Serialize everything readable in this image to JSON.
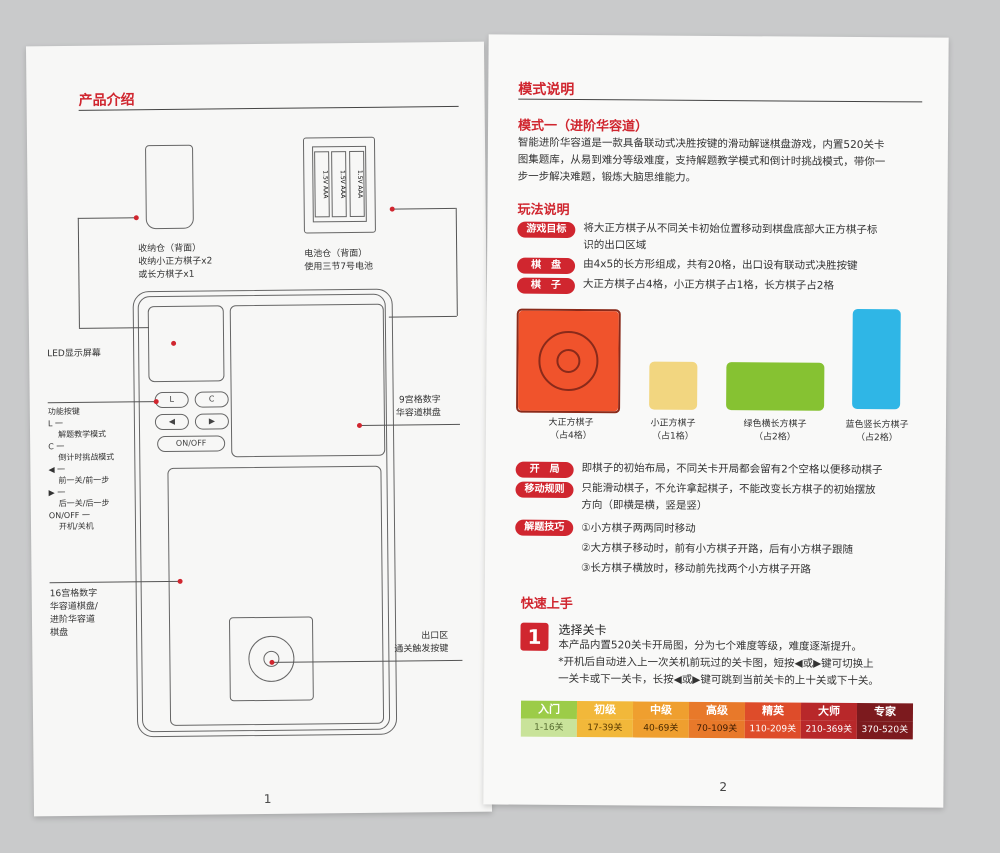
{
  "left_page": {
    "title": "产品介绍",
    "storage_caption": [
      "收纳仓（背面）",
      "收纳小正方棋子x2",
      "或长方棋子x1"
    ],
    "battery_caption": [
      "电池仓（背面）",
      "使用三节7号电池"
    ],
    "battery_label": "1.5V AAA",
    "led_label": "LED显示屏幕",
    "grid9_label": [
      "9宫格数字",
      "华容道棋盘"
    ],
    "function_keys": [
      "功能按键",
      "L 一",
      "解题教学模式",
      "C 一",
      "倒计时挑战模式",
      "◀ 一",
      "前一关/前一步",
      "▶ 一",
      "后一关/后一步",
      "ON/OFF 一",
      "开机/关机"
    ],
    "grid16_label": [
      "16宫格数字",
      "华容道棋盘/",
      "进阶华容道",
      "棋盘"
    ],
    "exit_label": [
      "出口区",
      "通关触发按键"
    ],
    "buttons": {
      "l": "L",
      "c": "C",
      "left": "◀",
      "right": "▶",
      "onoff": "ON/OFF"
    },
    "page_number": "1"
  },
  "right_page": {
    "title": "模式说明",
    "mode1_title": "模式一（进阶华容道）",
    "mode1_desc": [
      "智能进阶华容道是一款具备联动式决胜按键的滑动解谜棋盘游戏，内置520关卡",
      "图集题库，从易到难分等级难度，支持解题教学模式和倒计时挑战模式，带你一",
      "步一步解决难题，锻炼大脑思维能力。"
    ],
    "rules_title": "玩法说明",
    "rules": [
      {
        "tag": "游戏目标",
        "lines": [
          "将大正方棋子从不同关卡初始位置移动到棋盘底部大正方棋子标",
          "识的出口区域"
        ]
      },
      {
        "tag": "棋　盘",
        "lines": [
          "由4x5的长方形组成，共有20格，出口设有联动式决胜按键"
        ]
      },
      {
        "tag": "棋　子",
        "lines": [
          "大正方棋子占4格，小正方棋子占1格，长方棋子占2格"
        ]
      }
    ],
    "pieces": [
      {
        "name": "大正方棋子",
        "cells": "（占4格）",
        "color": "#f0532c"
      },
      {
        "name": "小正方棋子",
        "cells": "（占1格）",
        "color": "#f2d680"
      },
      {
        "name": "绿色横长方棋子",
        "cells": "（占2格）",
        "color": "#86c232"
      },
      {
        "name": "蓝色竖长方棋子",
        "cells": "（占2格）",
        "color": "#2fb6e6"
      }
    ],
    "setup": {
      "tag": "开　局",
      "text": "即棋子的初始布局，不同关卡开局都会留有2个空格以便移动棋子"
    },
    "moves": {
      "tag": "移动规则",
      "lines": [
        "只能滑动棋子，不允许拿起棋子，不能改变长方棋子的初始摆放",
        "方向（即横是横，竖是竖）"
      ]
    },
    "tips": {
      "tag": "解题技巧",
      "lines": [
        "①小方棋子两两同时移动",
        "②大方棋子移动时，前有小方棋子开路，后有小方棋子跟随",
        "③长方棋子横放时，移动前先找两个小方棋子开路"
      ]
    },
    "quickstart_title": "快速上手",
    "step_number": "1",
    "step_title": "选择关卡",
    "step_lines": [
      "本产品内置520关卡开局图，分为七个难度等级，难度逐渐提升。",
      "*开机后自动进入上一次关机前玩过的关卡图，短按◀或▶键可切换上",
      "一关卡或下一关卡，长按◀或▶键可跳到当前关卡的上十关或下十关。"
    ],
    "levels": [
      {
        "name": "入门",
        "range": "1-16关",
        "color": "#9ccc48"
      },
      {
        "name": "初级",
        "range": "17-39关",
        "color": "#f2b83a"
      },
      {
        "name": "中级",
        "range": "40-69关",
        "color": "#ef9f2f"
      },
      {
        "name": "高级",
        "range": "70-109关",
        "color": "#e8792a"
      },
      {
        "name": "精英",
        "range": "110-209关",
        "color": "#de4c2a"
      },
      {
        "name": "大师",
        "range": "210-369关",
        "color": "#b8282a"
      },
      {
        "name": "专家",
        "range": "370-520关",
        "color": "#7c1a1e"
      }
    ],
    "page_number": "2"
  }
}
